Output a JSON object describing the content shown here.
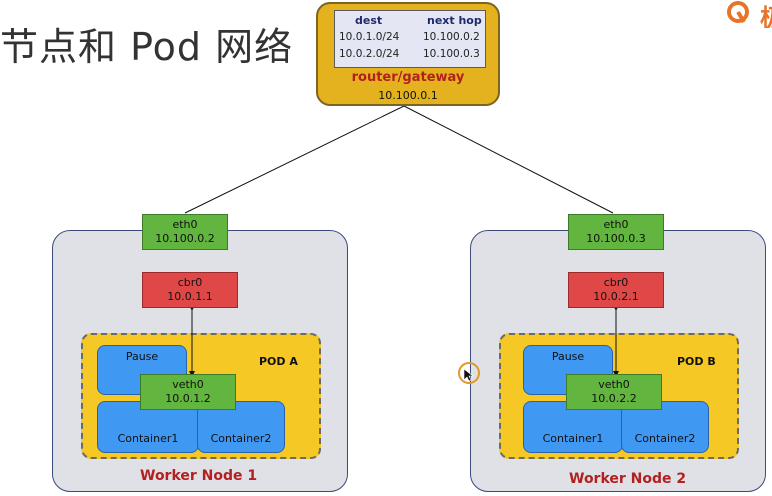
{
  "title": "节点和 Pod 网络",
  "logo": {
    "text": "极"
  },
  "router": {
    "table_headers": [
      "dest",
      "next hop"
    ],
    "routes": [
      {
        "dest": "10.0.1.0/24",
        "next_hop": "10.100.0.2"
      },
      {
        "dest": "10.0.2.0/24",
        "next_hop": "10.100.0.3"
      }
    ],
    "label": "router/gateway",
    "ip": "10.100.0.1"
  },
  "nodes": [
    {
      "label": "Worker Node 1",
      "eth0": {
        "name": "eth0",
        "ip": "10.100.0.2"
      },
      "cbr0": {
        "name": "cbr0",
        "ip": "10.0.1.1"
      },
      "pod": {
        "label": "POD A",
        "pause": "Pause",
        "veth0": {
          "name": "veth0",
          "ip": "10.0.1.2"
        },
        "containers": [
          "Container1",
          "Container2"
        ]
      }
    },
    {
      "label": "Worker Node 2",
      "eth0": {
        "name": "eth0",
        "ip": "10.100.0.3"
      },
      "cbr0": {
        "name": "cbr0",
        "ip": "10.0.2.1"
      },
      "pod": {
        "label": "POD B",
        "pause": "Pause",
        "veth0": {
          "name": "veth0",
          "ip": "10.0.2.2"
        },
        "containers": [
          "Container1",
          "Container2"
        ]
      }
    }
  ],
  "colors": {
    "router": "#e3b21e",
    "eth": "#62b53f",
    "bridge": "#e04848",
    "pod": "#f5c826",
    "container": "#3f98f2",
    "node_label": "#b32020"
  }
}
